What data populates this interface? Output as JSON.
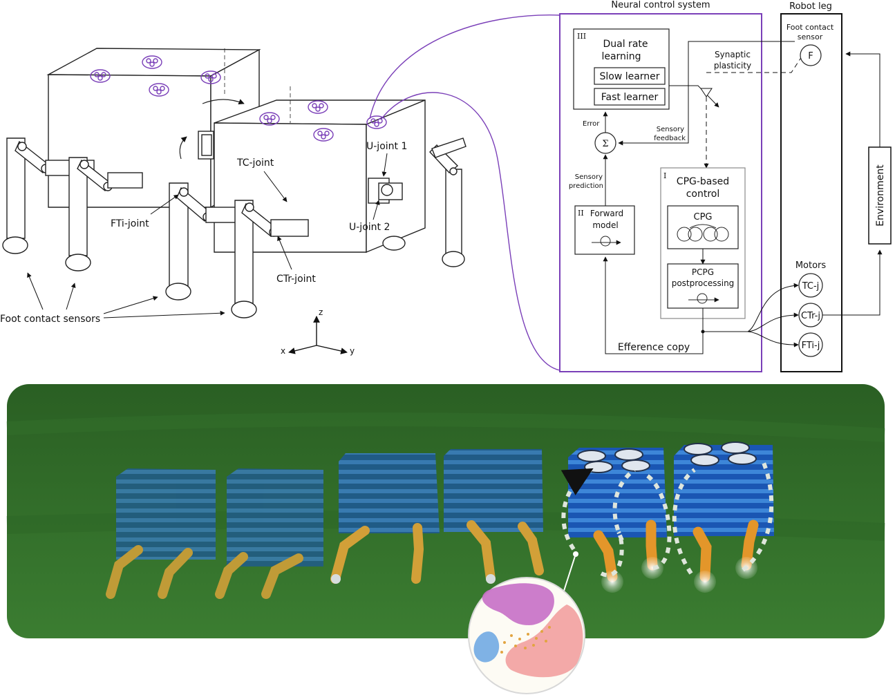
{
  "robot_diagram": {
    "labels": {
      "tc_joint": "TC-joint",
      "fti_joint": "FTi-joint",
      "ctr_joint": "CTr-joint",
      "u_joint_1": "U-joint 1",
      "u_joint_2": "U-joint 2",
      "foot_contact_sensors": "Foot contact sensors"
    },
    "axes": {
      "z": "z",
      "x": "x",
      "y": "y"
    }
  },
  "neural_control": {
    "title": "Neural control system",
    "dual_rate": {
      "numeral": "III",
      "title_line1": "Dual rate",
      "title_line2": "learning",
      "slow": "Slow learner",
      "fast": "Fast learner"
    },
    "error_label": "Error",
    "sum_symbol": "Σ",
    "sensory_feedback_line1": "Sensory",
    "sensory_feedback_line2": "feedback",
    "sensory_prediction_line1": "Sensory",
    "sensory_prediction_line2": "prediction",
    "synaptic_line1": "Synaptic",
    "synaptic_line2": "plasticity",
    "forward_model": {
      "numeral": "II",
      "line1": "Forward",
      "line2": "model"
    },
    "cpg_control": {
      "numeral": "I",
      "line1": "CPG-based",
      "line2": "control",
      "cpg": "CPG",
      "pcpg_line1": "PCPG",
      "pcpg_line2": "postprocessing"
    },
    "efference_copy": "Efference copy"
  },
  "robot_leg": {
    "title": "Robot leg",
    "sensor_line1": "Foot contact",
    "sensor_line2": "sensor",
    "sensor_symbol": "F",
    "motors_title": "Motors",
    "motors": [
      "TC-j",
      "CTr-j",
      "FTi-j"
    ],
    "environment": "Environment"
  },
  "colors": {
    "accent": "#7a3fb8",
    "ground": "#2f6e2a",
    "block": "#2a6aa8",
    "leg": "#e3a53a"
  }
}
